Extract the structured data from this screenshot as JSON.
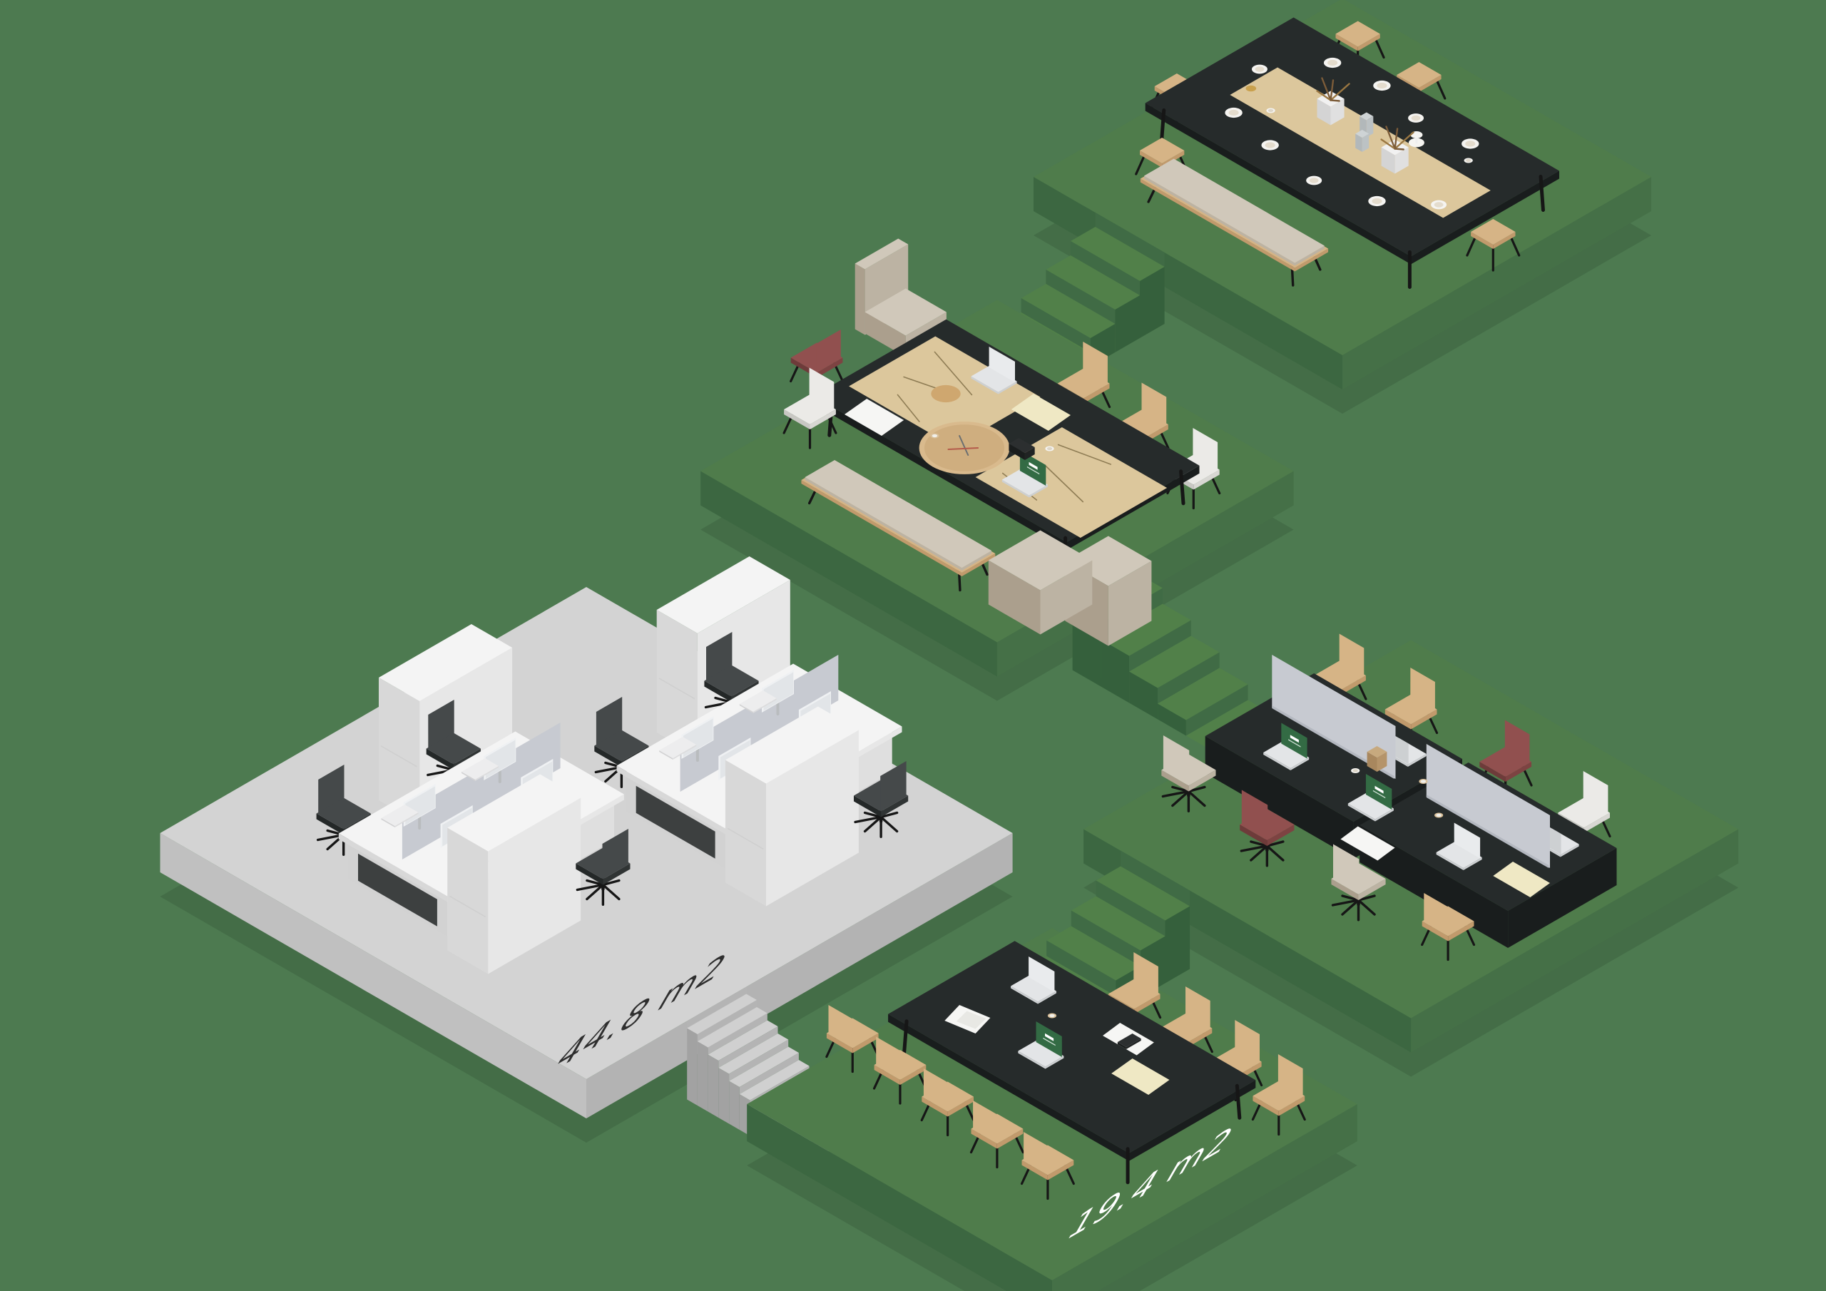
{
  "scene": {
    "description": "Isometric office space plan with five floating platforms connected by staircases",
    "labels": {
      "office_area": "44.8 m2",
      "meeting_area": "19.4 m2"
    },
    "platforms": [
      {
        "id": "cafe-platform",
        "kind": "dining table with stools and bench"
      },
      {
        "id": "workshop-platform",
        "kind": "workshop table with mixed chairs, bench and poufs"
      },
      {
        "id": "workstation-platform",
        "kind": "team desks with divider screens and laptops"
      },
      {
        "id": "meeting-platform",
        "kind": "meeting table with wooden chairs",
        "area_label": "19.4 m2"
      },
      {
        "id": "office-gray-platform",
        "kind": "white desk clusters with monitors and cabinets",
        "area_label": "44.8 m2"
      }
    ],
    "colors": {
      "background": "#4d7a50",
      "platform_top": "#4f7c4b",
      "platform_side_right": "#457047",
      "platform_side_left": "#3c6741",
      "stair_tread": "#518049",
      "stair_riser": "#406b45",
      "stair_side": "#35603c",
      "shadow": "#0d2413",
      "gray_top": "#d3d3d3",
      "gray_side_right": "#b3b3b3",
      "gray_side_left": "#c0c0c0",
      "gray_tread": "#d0d0d0",
      "gray_riser": "#b4b4b4",
      "gray_stair_side": "#a2a2a2",
      "table_top": "#262b2b",
      "table_side": "#191d1d",
      "black": "#161616",
      "wood": "#d6b486",
      "wood_dark": "#c19a6c",
      "kraft": "#dcc79c",
      "kraft_line": "#8f7d55",
      "beige": "#d0c8ba",
      "beige_dark": "#bcb3a3",
      "red": "#91504f",
      "red_dark": "#7d4342",
      "white_chair": "#ebeae7",
      "white_chair_dark": "#d8d7d3",
      "divider": "#c7cad1",
      "divider_dark": "#b4b8c0",
      "laptop_body": "#e3e5e7",
      "laptop_dark": "#cdd0d2",
      "laptop_green": "#336b44",
      "office_chair": "#45494a",
      "office_chair_dark": "#303434",
      "white_furniture": "#f4f4f4",
      "white_furniture_right": "#e7e7e7",
      "white_furniture_left": "#d8d8d8",
      "desk_recess": "#3d4040",
      "cream": "#efe8c4",
      "paper": "#f6f6f4",
      "plant1": "#7c5c39",
      "plant2": "#9a7742",
      "label_dark": "#2e2e2e",
      "label_light": "#ffffff"
    }
  }
}
